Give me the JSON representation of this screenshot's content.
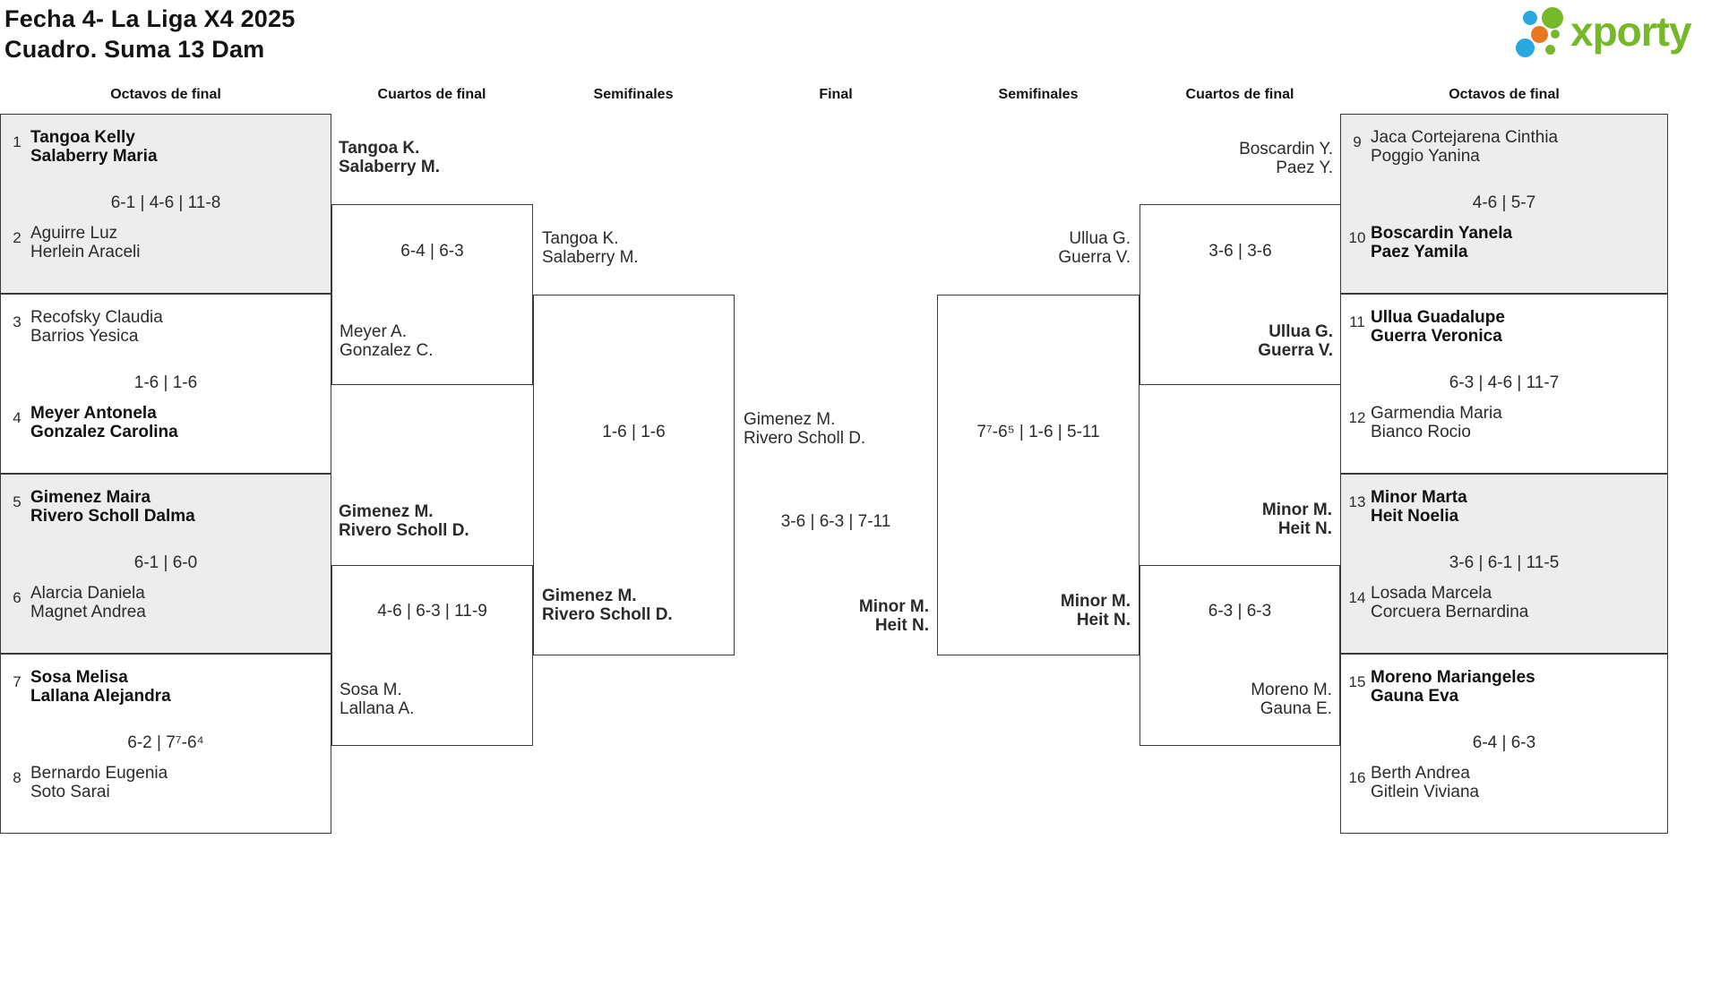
{
  "title": {
    "line1": "Fecha 4- La Liga X4 2025",
    "line2": "Cuadro. Suma 13 Dam"
  },
  "logo": {
    "text": "xporty"
  },
  "round_headers": [
    "Octavos de final",
    "Cuartos de final",
    "Semifinales",
    "Final",
    "Semifinales",
    "Cuartos de final",
    "Octavos de final"
  ],
  "r16": [
    {
      "seed_top": "1",
      "top": [
        "Tangoa Kelly",
        "Salaberry Maria"
      ],
      "score": "6-1 | 4-6 | 11-8",
      "seed_bottom": "2",
      "bottom": [
        "Aguirre Luz",
        "Herlein Araceli"
      ],
      "winner": "top"
    },
    {
      "seed_top": "3",
      "top": [
        "Recofsky Claudia",
        "Barrios Yesica"
      ],
      "score": "1-6 | 1-6",
      "seed_bottom": "4",
      "bottom": [
        "Meyer Antonela",
        "Gonzalez Carolina"
      ],
      "winner": "bottom"
    },
    {
      "seed_top": "5",
      "top": [
        "Gimenez Maira",
        "Rivero Scholl Dalma"
      ],
      "score": "6-1 | 6-0",
      "seed_bottom": "6",
      "bottom": [
        "Alarcia Daniela",
        "Magnet Andrea"
      ],
      "winner": "top"
    },
    {
      "seed_top": "7",
      "top": [
        "Sosa Melisa",
        "Lallana Alejandra"
      ],
      "score": "6-2 | 7⁷-6⁴",
      "seed_bottom": "8",
      "bottom": [
        "Bernardo Eugenia",
        "Soto Sarai"
      ],
      "winner": "top"
    },
    {
      "seed_top": "9",
      "top": [
        "Jaca Cortejarena Cinthia",
        "Poggio Yanina"
      ],
      "score": "4-6 | 5-7",
      "seed_bottom": "10",
      "bottom": [
        "Boscardin Yanela",
        "Paez Yamila"
      ],
      "winner": "bottom"
    },
    {
      "seed_top": "11",
      "top": [
        "Ullua Guadalupe",
        "Guerra Veronica"
      ],
      "score": "6-3 | 4-6 | 11-7",
      "seed_bottom": "12",
      "bottom": [
        "Garmendia Maria",
        "Bianco Rocio"
      ],
      "winner": "top"
    },
    {
      "seed_top": "13",
      "top": [
        "Minor Marta",
        "Heit Noelia"
      ],
      "score": "3-6 | 6-1 | 11-5",
      "seed_bottom": "14",
      "bottom": [
        "Losada Marcela",
        "Corcuera Bernardina"
      ],
      "winner": "top"
    },
    {
      "seed_top": "15",
      "top": [
        "Moreno Mariangeles",
        "Gauna Eva"
      ],
      "score": "6-4 | 6-3",
      "seed_bottom": "16",
      "bottom": [
        "Berth Andrea",
        "Gitlein Viviana"
      ],
      "winner": "top"
    }
  ],
  "qf": [
    {
      "top": [
        "Tangoa K.",
        "Salaberry M."
      ],
      "score": "6-4 | 6-3",
      "bottom": [
        "Meyer A.",
        "Gonzalez C."
      ],
      "winner": "top"
    },
    {
      "top": [
        "Gimenez M.",
        "Rivero Scholl D."
      ],
      "score": "4-6 | 6-3 | 11-9",
      "bottom": [
        "Sosa M.",
        "Lallana A."
      ],
      "winner": "top"
    },
    {
      "top": [
        "Boscardin Y.",
        "Paez Y."
      ],
      "score": "3-6 | 3-6",
      "bottom": [
        "Ullua G.",
        "Guerra V."
      ],
      "winner": "bottom"
    },
    {
      "top": [
        "Minor M.",
        "Heit N."
      ],
      "score": "6-3 | 6-3",
      "bottom": [
        "Moreno M.",
        "Gauna E."
      ],
      "winner": "top"
    }
  ],
  "sf": [
    {
      "top": [
        "Tangoa K.",
        "Salaberry M."
      ],
      "score": "1-6 | 1-6",
      "bottom": [
        "Gimenez M.",
        "Rivero Scholl D."
      ],
      "winner": "bottom"
    },
    {
      "top": [
        "Ullua G.",
        "Guerra V."
      ],
      "score": "7⁷-6⁵ | 1-6 | 5-11",
      "bottom": [
        "Minor M.",
        "Heit N."
      ],
      "winner": "bottom"
    }
  ],
  "final": {
    "top": [
      "Gimenez M.",
      "Rivero Scholl D."
    ],
    "score": "3-6 | 6-3 | 7-11",
    "bottom": [
      "Minor M.",
      "Heit N."
    ],
    "winner": "bottom"
  },
  "colors": {
    "box_fill_gray": "#ededed",
    "box_border": "#3a3a3a",
    "text_regular": "#2b2b2b",
    "text_winner": "#111111",
    "logo_green": "#76b82a",
    "logo_blue": "#29a8e0",
    "logo_orange": "#e87722"
  }
}
